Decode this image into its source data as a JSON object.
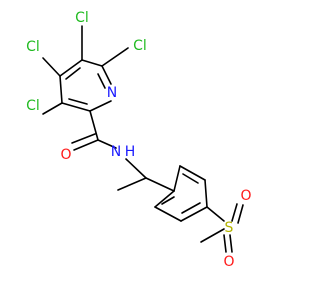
{
  "molecule": {
    "atoms": {
      "cl_top": {
        "text": "Cl",
        "color": "#22bb22"
      },
      "cl_top_right": {
        "text": "Cl",
        "color": "#22bb22"
      },
      "cl_left_upper": {
        "text": "Cl",
        "color": "#22bb22"
      },
      "cl_left_lower": {
        "text": "Cl",
        "color": "#22bb22"
      },
      "n_ring": {
        "text": "N",
        "color": "#1a1aff"
      },
      "o_carbonyl": {
        "text": "O",
        "color": "#ff1a1a"
      },
      "n_amide": {
        "text": "N",
        "color": "#1a1aff"
      },
      "h_amide": {
        "text": "H",
        "color": "#1a1aff"
      },
      "s_sulfonyl": {
        "text": "S",
        "color": "#b3b300"
      },
      "o_sulfonyl_top": {
        "text": "O",
        "color": "#ff1a1a"
      },
      "o_sulfonyl_bottom": {
        "text": "O",
        "color": "#ff1a1a"
      }
    }
  }
}
